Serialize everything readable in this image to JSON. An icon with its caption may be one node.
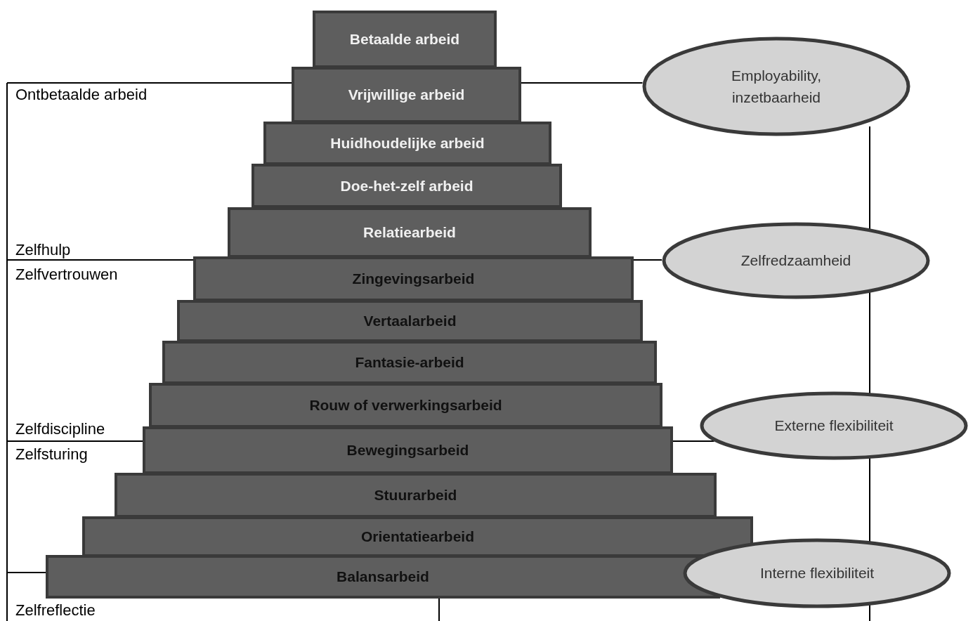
{
  "diagram": {
    "nodes": [
      {
        "text": [
          "Betaalde arbeid"
        ]
      },
      {
        "text": [
          "Vrijwillige arbeid"
        ]
      },
      {
        "text": [
          "Huidhoudelijke arbeid"
        ]
      },
      {
        "text": [
          "Doe-het-zelf arbeid"
        ]
      },
      {
        "text": [
          "Relatiearbeid"
        ]
      },
      {
        "text": [
          "Zingevingsarbeid"
        ]
      },
      {
        "text": [
          "Vertaalarbeid"
        ]
      },
      {
        "text": [
          "Fantasie-arbeid"
        ]
      },
      {
        "text": [
          "Rouw of verwerkingsarbeid"
        ]
      },
      {
        "text": [
          "Bewegingsarbeid"
        ]
      },
      {
        "text": [
          "Stuurarbeid"
        ]
      },
      {
        "text": [
          "Orientatiearbeid"
        ]
      },
      {
        "text": [
          "Balansarbeid"
        ]
      },
      {
        "text": [
          "Employability, inzetbaarheid"
        ]
      },
      {
        "text": [
          "Zelfredzaamheid"
        ]
      },
      {
        "text": [
          "Externe flexibiliteit"
        ]
      },
      {
        "text": [
          "Interne flexibiliteit"
        ]
      }
    ],
    "edges": [
      {
        "from": 1,
        "to": 13,
        "arrow": "none"
      },
      {
        "from": 5,
        "to": 14,
        "arrow": "none"
      },
      {
        "from": 9,
        "to": 15,
        "arrow": "none"
      }
    ],
    "labels": [
      "Ontbetaalde arbeid",
      "Zelfhulp",
      "Zelfvertrouwen",
      "Zelfdiscipline",
      "Zelfsturing",
      "Zelfreflectie"
    ]
  }
}
